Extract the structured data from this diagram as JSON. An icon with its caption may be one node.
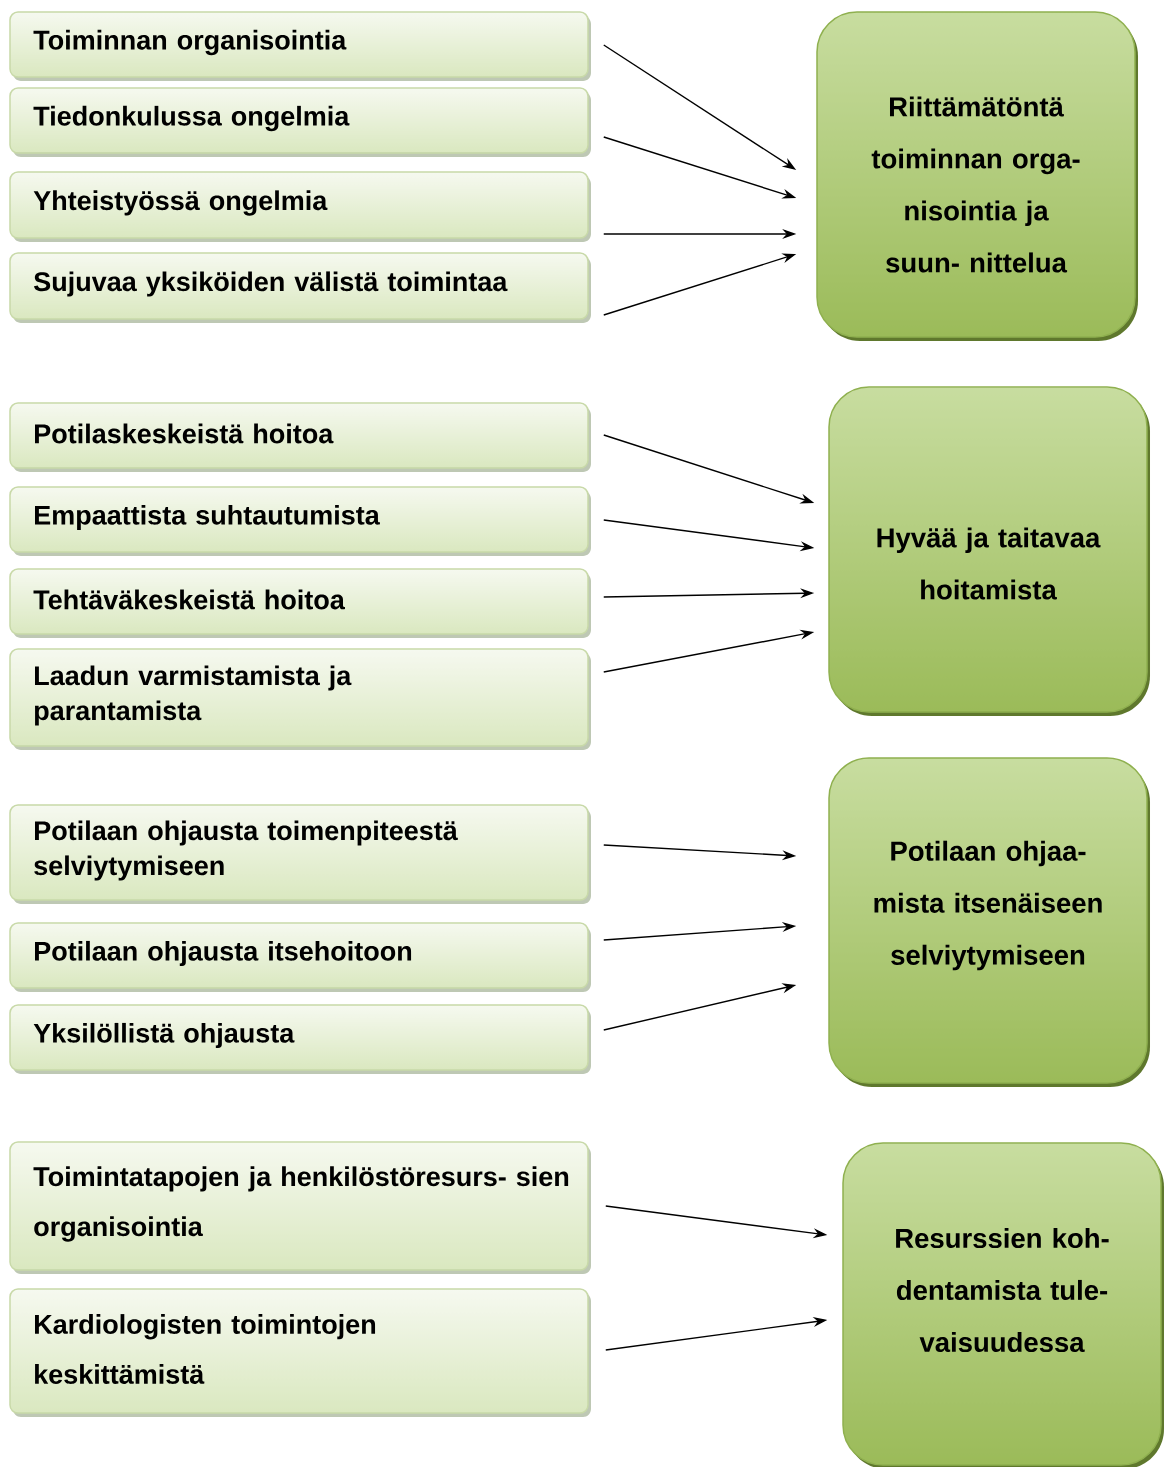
{
  "diagram": {
    "nodes": [
      {
        "text": [
          "Toiminnan organisointia"
        ]
      },
      {
        "text": [
          "Tiedonkulussa ongelmia"
        ]
      },
      {
        "text": [
          "Yhteistyössä ongelmia"
        ]
      },
      {
        "text": [
          "Sujuvaa yksiköiden välistä toimintaa"
        ]
      },
      {
        "text": [
          "Riittämätöntä toiminnan orga- nisointia ja suun- nittelua"
        ]
      },
      {
        "text": [
          "Potilaskeskeistä hoitoa"
        ]
      },
      {
        "text": [
          "Empaattista suhtautumista"
        ]
      },
      {
        "text": [
          "Tehtäväkeskeistä hoitoa"
        ]
      },
      {
        "text": [
          "Laadun varmistamista ja parantamista"
        ]
      },
      {
        "text": [
          "Hyvää ja taitavaa hoitamista"
        ]
      },
      {
        "text": [
          "Potilaan ohjausta toimenpiteestä selviytymiseen"
        ]
      },
      {
        "text": [
          "Potilaan ohjausta itsehoitoon"
        ]
      },
      {
        "text": [
          "Yksilöllistä ohjausta"
        ]
      },
      {
        "text": [
          "Potilaan ohjaa- mista itsenäiseen selviytymiseen"
        ]
      },
      {
        "text": [
          "Toimintatapojen ja henkilöstöresurs- sien organisointia"
        ]
      },
      {
        "text": [
          "Kardiologisten toimintojen keskittämistä"
        ]
      },
      {
        "text": [
          "Resurssien koh- dentamista tule- vaisuudessa"
        ]
      }
    ],
    "edges": [
      {
        "from": 0,
        "to": 4,
        "arrow": "to"
      },
      {
        "from": 1,
        "to": 4,
        "arrow": "to"
      },
      {
        "from": 2,
        "to": 4,
        "arrow": "to"
      },
      {
        "from": 3,
        "to": 4,
        "arrow": "to"
      },
      {
        "from": 5,
        "to": 9,
        "arrow": "to"
      },
      {
        "from": 6,
        "to": 9,
        "arrow": "to"
      },
      {
        "from": 7,
        "to": 9,
        "arrow": "to"
      },
      {
        "from": 8,
        "to": 9,
        "arrow": "to"
      },
      {
        "from": 10,
        "to": 13,
        "arrow": "to"
      },
      {
        "from": 11,
        "to": 13,
        "arrow": "to"
      },
      {
        "from": 12,
        "to": 13,
        "arrow": "to"
      },
      {
        "from": 14,
        "to": 16,
        "arrow": "to"
      },
      {
        "from": 15,
        "to": 16,
        "arrow": "to"
      }
    ]
  }
}
